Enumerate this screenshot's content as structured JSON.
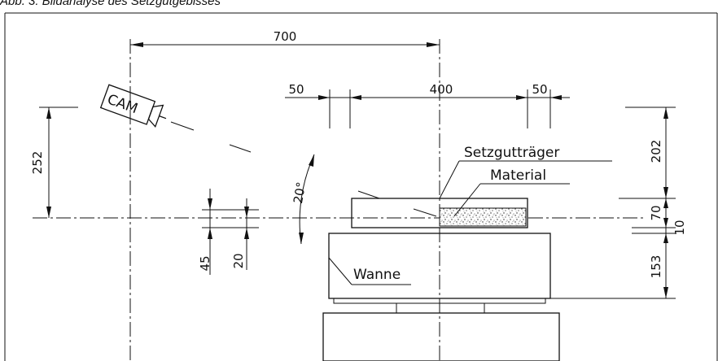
{
  "caption": "Abb. 3: Bildanalyse des Setzgutgebisses",
  "dimensions": {
    "width_total": "700",
    "left_gap": "50",
    "carrier_width": "400",
    "right_gap": "50",
    "cam_height": "252",
    "top_height": "202",
    "carrier_height": "70",
    "gap_height": "10",
    "tank_height": "153",
    "offset_45": "45",
    "offset_20": "20",
    "angle": "20°"
  },
  "labels": {
    "cam": "CAM",
    "setzguttraeger": "Setzgutträger",
    "material": "Material",
    "wanne": "Wanne"
  }
}
